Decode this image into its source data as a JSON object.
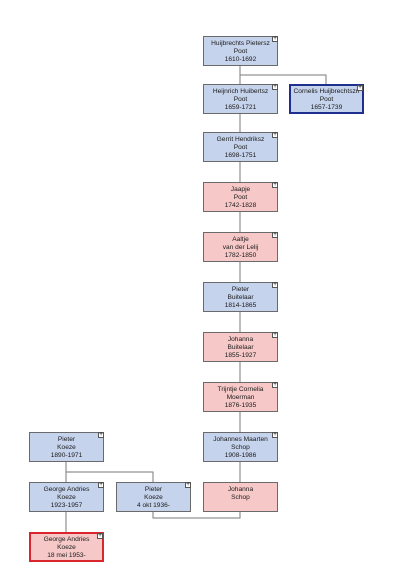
{
  "people": [
    {
      "id": "p1",
      "line1": "Huijbrechts  Pietersz",
      "line2": "Poot",
      "line3": "1610-1692",
      "sex": "male",
      "highlight": ""
    },
    {
      "id": "p2",
      "line1": "Heijnrich Huibertsz",
      "line2": "Poot",
      "line3": "1659-1721",
      "sex": "male",
      "highlight": ""
    },
    {
      "id": "p3",
      "line1": "Cornelis Huijbrechtszn",
      "line2": "Poot",
      "line3": "1657-1739",
      "sex": "male",
      "highlight": "blue"
    },
    {
      "id": "p4",
      "line1": "Gerrit Hendriksz",
      "line2": "Poot",
      "line3": "1698-1751",
      "sex": "male",
      "highlight": ""
    },
    {
      "id": "p5",
      "line1": "Jaapje",
      "line2": "Poot",
      "line3": "1742-1828",
      "sex": "female",
      "highlight": ""
    },
    {
      "id": "p6",
      "line1": "Aaltje",
      "line2": "van der  Lelij",
      "line3": "1782-1850",
      "sex": "female",
      "highlight": ""
    },
    {
      "id": "p7",
      "line1": "Pieter",
      "line2": "Buitelaar",
      "line3": "1814-1865",
      "sex": "male",
      "highlight": ""
    },
    {
      "id": "p8",
      "line1": "Johanna",
      "line2": "Buitelaar",
      "line3": "1855-1927",
      "sex": "female",
      "highlight": ""
    },
    {
      "id": "p9",
      "line1": "Trijntje Cornelia",
      "line2": "Moerman",
      "line3": "1876-1935",
      "sex": "female",
      "highlight": ""
    },
    {
      "id": "p10",
      "line1": "Johannes Maarten",
      "line2": "Schop",
      "line3": "1908-1986",
      "sex": "male",
      "highlight": ""
    },
    {
      "id": "p11",
      "line1": "Pieter",
      "line2": "Koeze",
      "line3": "1890-1971",
      "sex": "male",
      "highlight": ""
    },
    {
      "id": "p12",
      "line1": "George Andries",
      "line2": "Koeze",
      "line3": "1923-1957",
      "sex": "male",
      "highlight": ""
    },
    {
      "id": "p13",
      "line1": "Pieter",
      "line2": "Koeze",
      "line3": "4 okt 1936-",
      "sex": "male",
      "highlight": ""
    },
    {
      "id": "p14",
      "line1": "Johanna",
      "line2": "Schop",
      "line3": "",
      "sex": "female",
      "highlight": ""
    },
    {
      "id": "p15",
      "line1": "George Andries",
      "line2": "Koeze",
      "line3": "18 mei 1953-",
      "sex": "female",
      "highlight": "red"
    }
  ],
  "expand_symbol": "+"
}
